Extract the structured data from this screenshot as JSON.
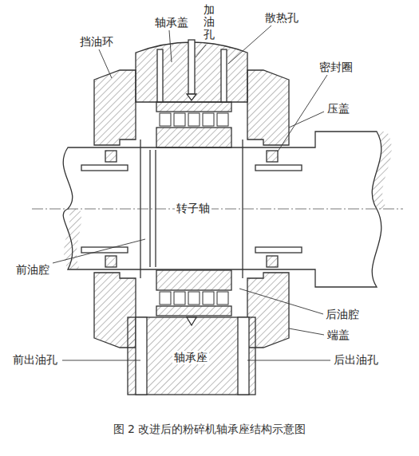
{
  "diagram": {
    "caption": "图 2 改进后的粉碎机轴承座结构示意图",
    "labels": [
      "轴承盖",
      "加油孔",
      "散热孔",
      "挡油环",
      "密封圈",
      "压盖",
      "转子轴",
      "前油腔",
      "后油腔",
      "端盖",
      "轴承座",
      "前出油孔",
      "后出油孔"
    ]
  }
}
